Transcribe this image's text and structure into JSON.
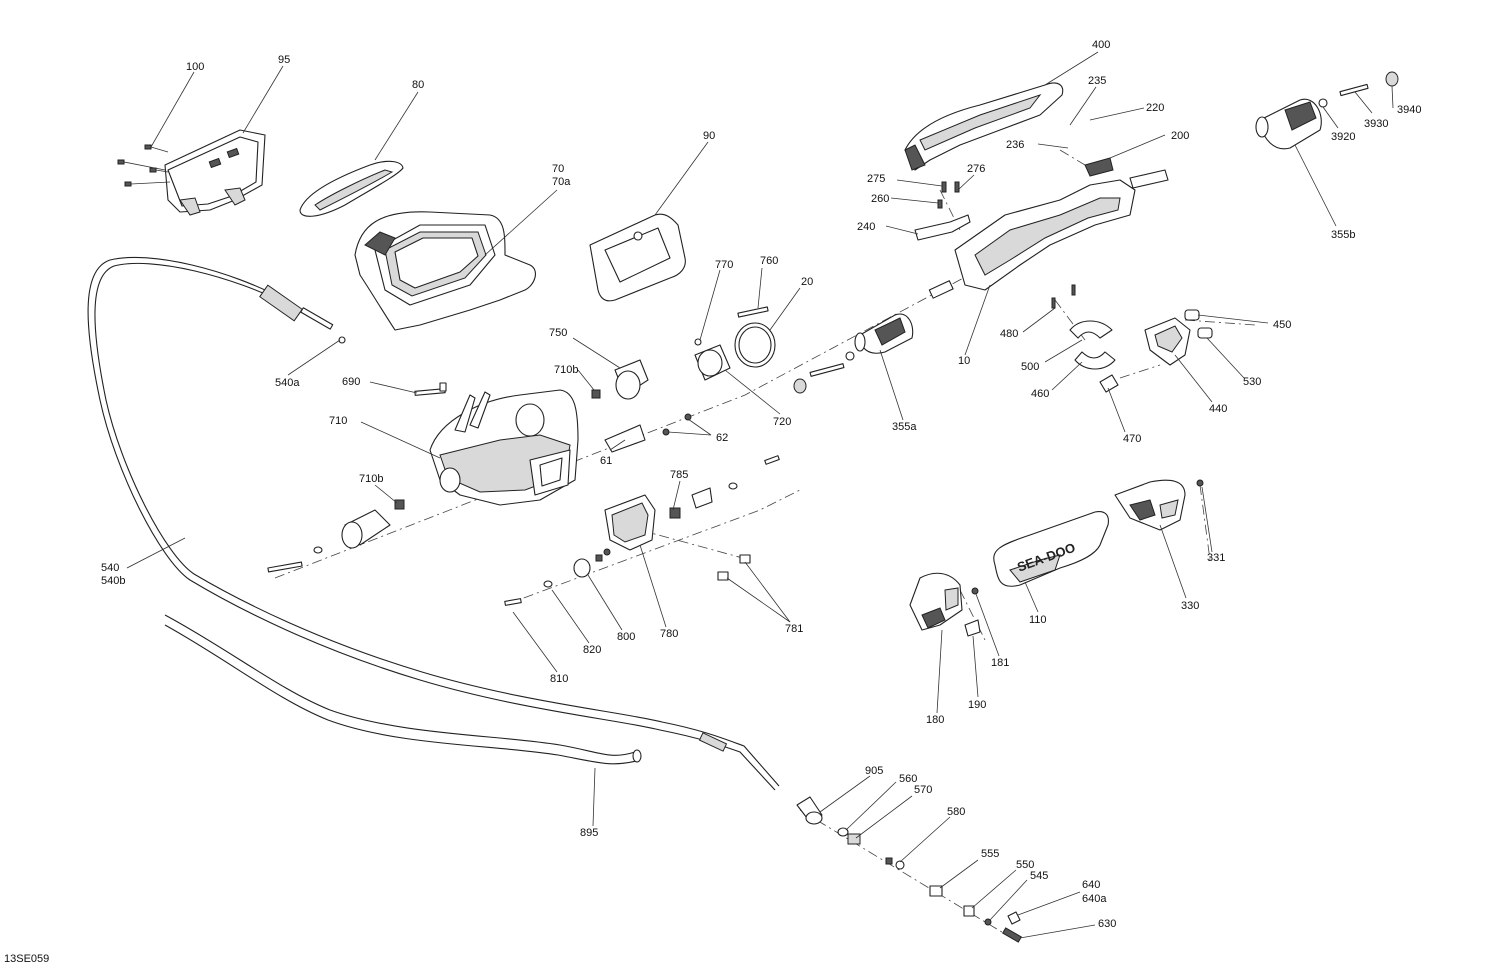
{
  "drawing_code": "13SE059",
  "brand_logo": "SEA-DOO",
  "callouts": [
    {
      "id": "c100",
      "label": "100"
    },
    {
      "id": "c95",
      "label": "95"
    },
    {
      "id": "c80",
      "label": "80"
    },
    {
      "id": "c70",
      "label": "70"
    },
    {
      "id": "c70a",
      "label": "70a"
    },
    {
      "id": "c90",
      "label": "90"
    },
    {
      "id": "c400",
      "label": "400"
    },
    {
      "id": "c235",
      "label": "235"
    },
    {
      "id": "c220",
      "label": "220"
    },
    {
      "id": "c236",
      "label": "236"
    },
    {
      "id": "c200",
      "label": "200"
    },
    {
      "id": "c276",
      "label": "276"
    },
    {
      "id": "c275",
      "label": "275"
    },
    {
      "id": "c260",
      "label": "260"
    },
    {
      "id": "c240",
      "label": "240"
    },
    {
      "id": "c3940",
      "label": "3940"
    },
    {
      "id": "c3920",
      "label": "3920"
    },
    {
      "id": "c3930",
      "label": "3930"
    },
    {
      "id": "c355b",
      "label": "355b"
    },
    {
      "id": "c770",
      "label": "770"
    },
    {
      "id": "c760",
      "label": "760"
    },
    {
      "id": "c20",
      "label": "20"
    },
    {
      "id": "c750",
      "label": "750"
    },
    {
      "id": "c710b_top",
      "label": "710b"
    },
    {
      "id": "c720",
      "label": "720"
    },
    {
      "id": "c540a",
      "label": "540a"
    },
    {
      "id": "c690",
      "label": "690"
    },
    {
      "id": "c710",
      "label": "710"
    },
    {
      "id": "c62",
      "label": "62"
    },
    {
      "id": "c61",
      "label": "61"
    },
    {
      "id": "c355a",
      "label": "355a"
    },
    {
      "id": "c10",
      "label": "10"
    },
    {
      "id": "c480",
      "label": "480"
    },
    {
      "id": "c500",
      "label": "500"
    },
    {
      "id": "c460",
      "label": "460"
    },
    {
      "id": "c450",
      "label": "450"
    },
    {
      "id": "c530",
      "label": "530"
    },
    {
      "id": "c440",
      "label": "440"
    },
    {
      "id": "c470",
      "label": "470"
    },
    {
      "id": "c785",
      "label": "785"
    },
    {
      "id": "c710b_low",
      "label": "710b"
    },
    {
      "id": "c540",
      "label": "540"
    },
    {
      "id": "c540b",
      "label": "540b"
    },
    {
      "id": "c781",
      "label": "781"
    },
    {
      "id": "c780",
      "label": "780"
    },
    {
      "id": "c800",
      "label": "800"
    },
    {
      "id": "c820",
      "label": "820"
    },
    {
      "id": "c810",
      "label": "810"
    },
    {
      "id": "c331",
      "label": "331"
    },
    {
      "id": "c330",
      "label": "330"
    },
    {
      "id": "c110",
      "label": "110"
    },
    {
      "id": "c181",
      "label": "181"
    },
    {
      "id": "c190",
      "label": "190"
    },
    {
      "id": "c180",
      "label": "180"
    },
    {
      "id": "c895",
      "label": "895"
    },
    {
      "id": "c905",
      "label": "905"
    },
    {
      "id": "c560",
      "label": "560"
    },
    {
      "id": "c570",
      "label": "570"
    },
    {
      "id": "c580",
      "label": "580"
    },
    {
      "id": "c555",
      "label": "555"
    },
    {
      "id": "c550",
      "label": "550"
    },
    {
      "id": "c545",
      "label": "545"
    },
    {
      "id": "c640",
      "label": "640"
    },
    {
      "id": "c640a",
      "label": "640a"
    },
    {
      "id": "c630",
      "label": "630"
    }
  ]
}
